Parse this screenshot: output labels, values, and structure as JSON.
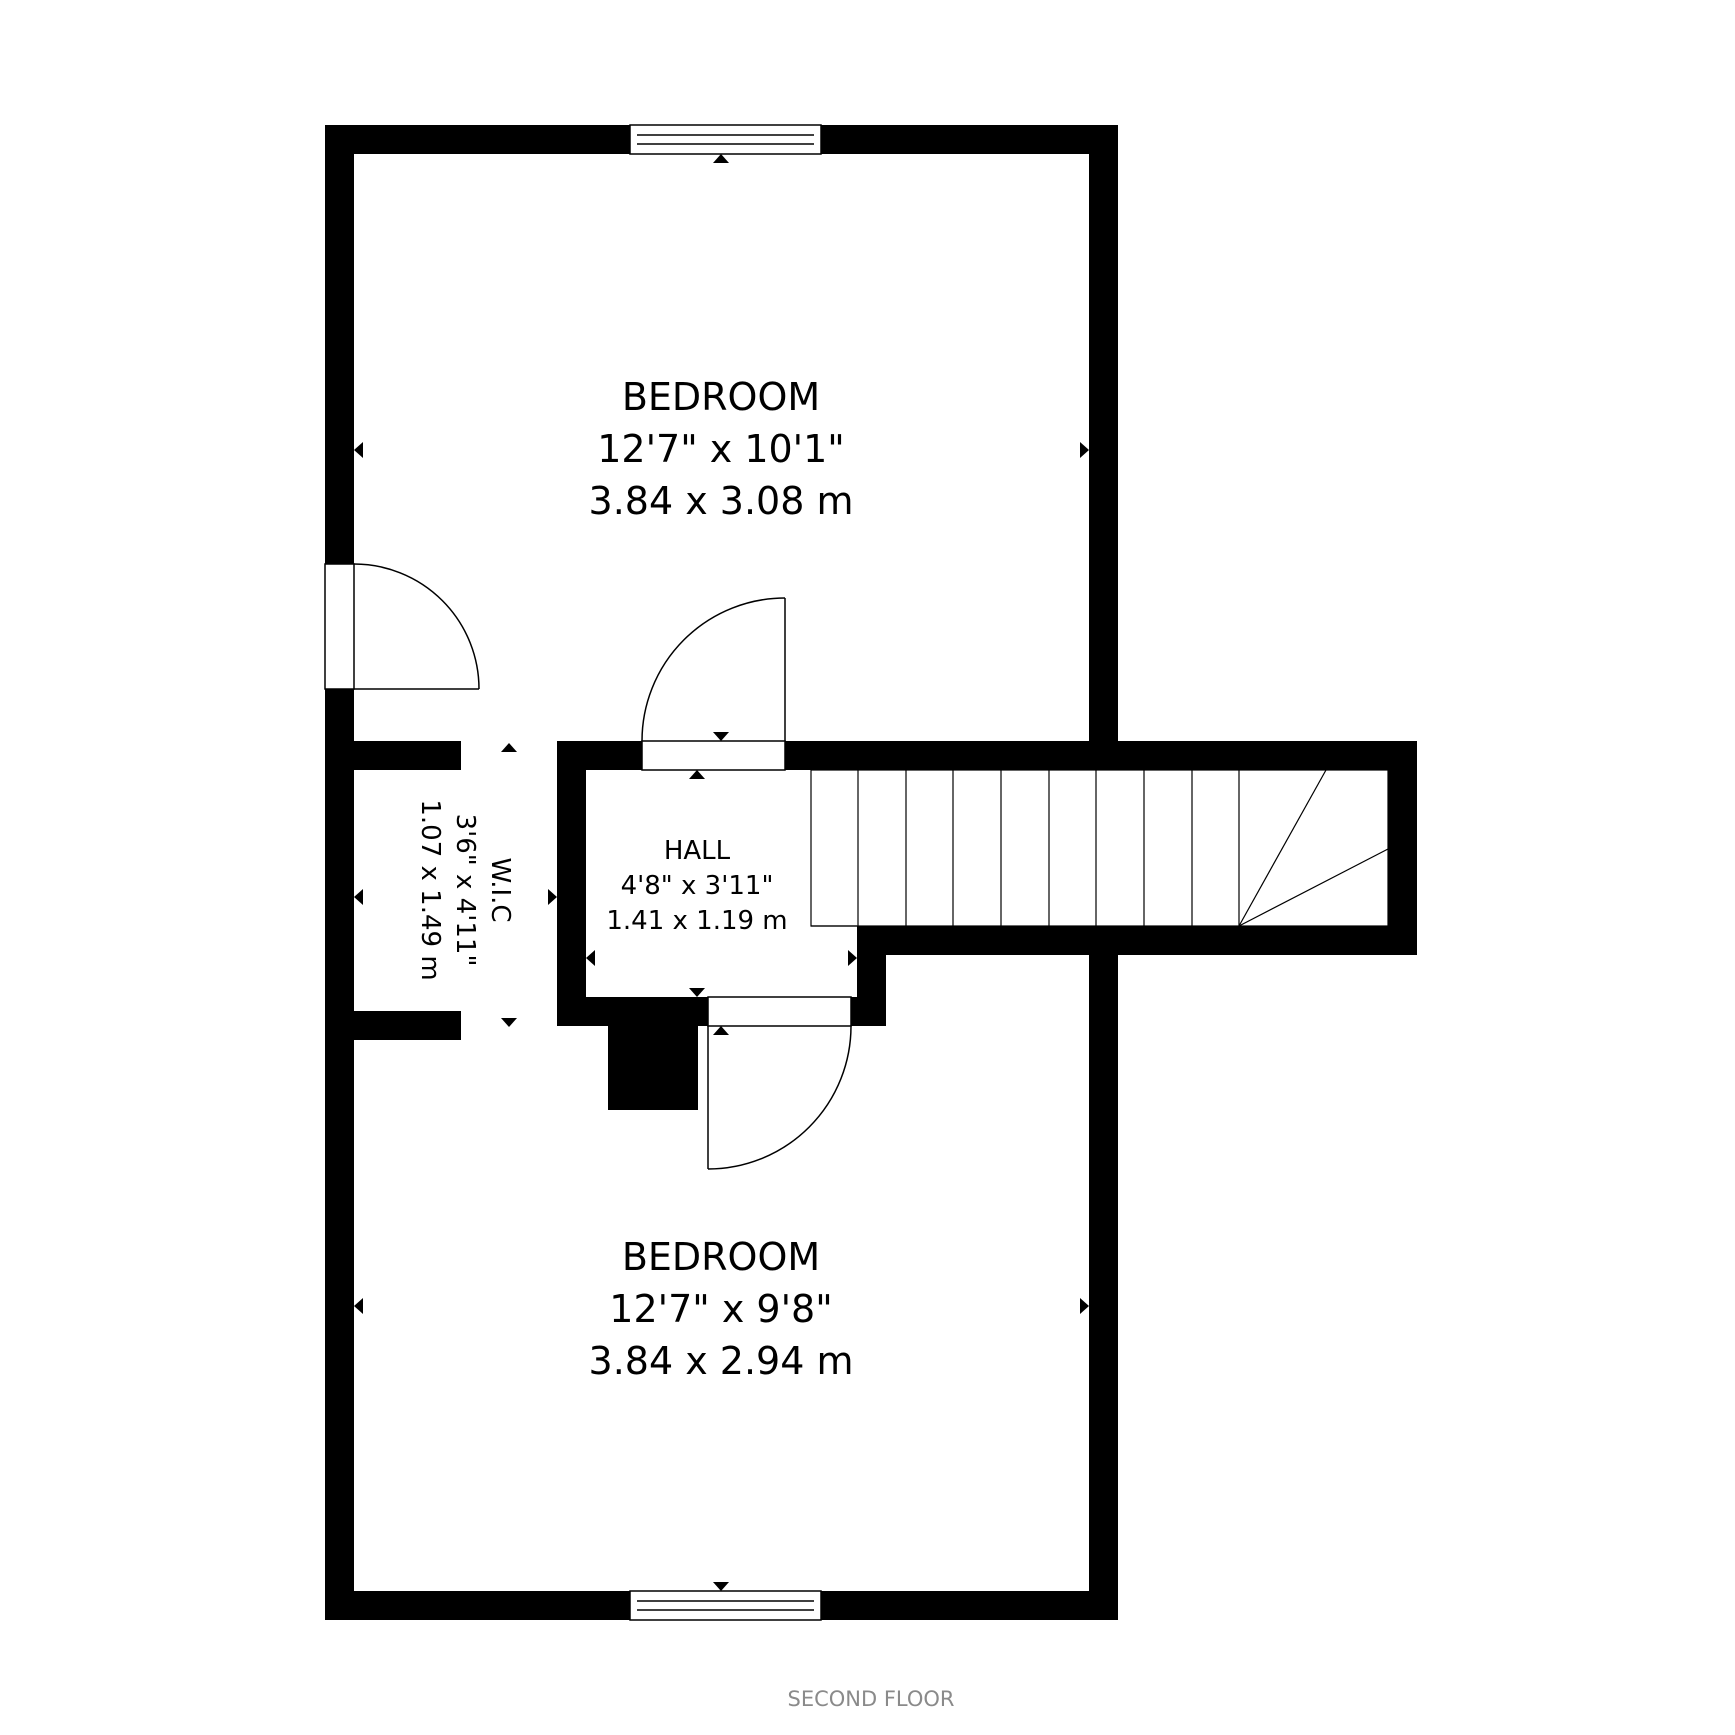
{
  "floor_label": "SECOND FLOOR",
  "rooms": {
    "bedroom_top": {
      "name": "BEDROOM",
      "imperial": "12'7\" x 10'1\"",
      "metric": "3.84 x 3.08 m"
    },
    "hall": {
      "name": "HALL",
      "imperial": "4'8\" x 3'11\"",
      "metric": "1.41 x 1.19 m"
    },
    "wic": {
      "name": "W.I.C",
      "imperial": "3'6\" x 4'11\"",
      "metric": "1.07 x 1.49 m"
    },
    "bedroom_bottom": {
      "name": "BEDROOM",
      "imperial": "12'7\" x 9'8\"",
      "metric": "3.84 x 2.94 m"
    }
  },
  "colors": {
    "wall": "#000000",
    "background": "#ffffff",
    "footer_text": "#8a8a8a"
  }
}
